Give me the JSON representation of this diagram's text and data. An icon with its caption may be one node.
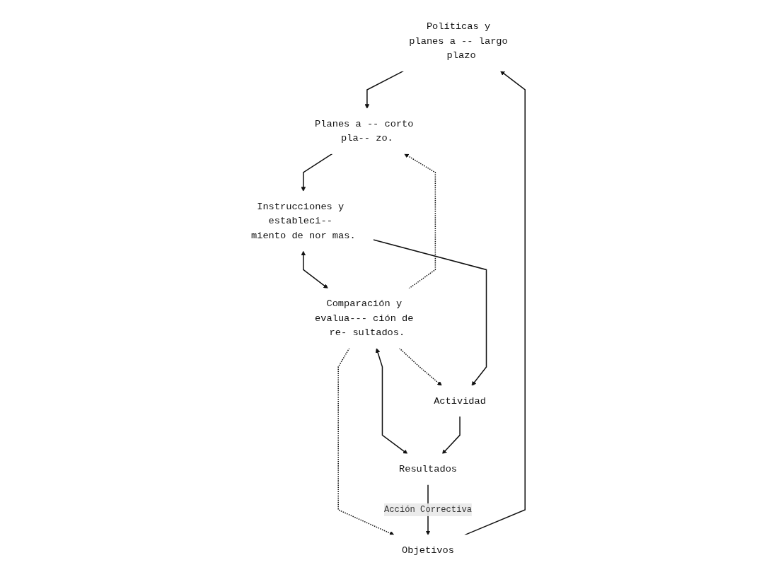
{
  "diagram": {
    "nodes": [
      {
        "text": [
          "Políticas y planes a -- largo plazo"
        ]
      },
      {
        "text": [
          "Planes a -- corto pla-- zo."
        ]
      },
      {
        "text": [
          "Instrucciones y estableci-- miento de nor mas."
        ]
      },
      {
        "text": [
          "Objetivos"
        ]
      },
      {
        "text": [
          "Comparación y evalua--- ción de re- sultados."
        ]
      },
      {
        "text": [
          "Resultados"
        ]
      },
      {
        "text": [
          "Actividad"
        ]
      }
    ],
    "edges": [
      {
        "from": 0,
        "to": 1,
        "arrow": "to"
      },
      {
        "from": 1,
        "to": 2,
        "arrow": "to"
      },
      {
        "from": 2,
        "to": 4,
        "arrow": "both"
      },
      {
        "from": 4,
        "to": 1,
        "arrow": "to",
        "style": "dashed"
      },
      {
        "from": 4,
        "to": 6,
        "arrow": "to",
        "style": "dashed"
      },
      {
        "from": 2,
        "to": 6,
        "arrow": "to"
      },
      {
        "from": 3,
        "to": 0,
        "arrow": "to"
      },
      {
        "from": 4,
        "to": 3,
        "arrow": "to",
        "style": "dashed"
      },
      {
        "from": 4,
        "to": 5,
        "arrow": "both"
      },
      {
        "from": 6,
        "to": 5,
        "arrow": "to"
      },
      {
        "from": 5,
        "to": 3,
        "arrow": "to",
        "label": "Acción Correctiva"
      }
    ]
  }
}
